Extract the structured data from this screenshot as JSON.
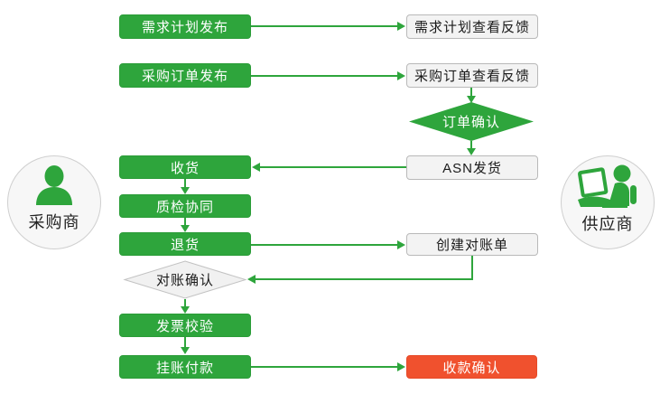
{
  "colors": {
    "green": "#2EA53C",
    "red_accent": "#F0512E",
    "light_node_fill": "#F3F3F3",
    "light_node_border": "#B9B9B9",
    "actor_circle_fill": "#F7F7F7"
  },
  "actors": {
    "buyer": {
      "label": "采购商",
      "icon": "person-bust-icon"
    },
    "supplier": {
      "label": "供应商",
      "icon": "person-with-laptop-icon"
    }
  },
  "nodes": {
    "demand_plan_publish": {
      "label": "需求计划发布"
    },
    "demand_plan_feedback": {
      "label": "需求计划查看反馈"
    },
    "purchase_order_publish": {
      "label": "采购订单发布"
    },
    "purchase_order_feedback": {
      "label": "采购订单查看反馈"
    },
    "order_confirm": {
      "label": "订单确认"
    },
    "asn_ship": {
      "label": "ASN发货"
    },
    "receive_goods": {
      "label": "收货"
    },
    "quality_check": {
      "label": "质检协同"
    },
    "return_goods": {
      "label": "退货"
    },
    "create_statement": {
      "label": "创建对账单"
    },
    "reconciliation_confirm": {
      "label": "对账确认"
    },
    "invoice_verify": {
      "label": "发票校验"
    },
    "pending_payment": {
      "label": "挂账付款"
    },
    "payment_confirm": {
      "label": "收款确认"
    }
  }
}
